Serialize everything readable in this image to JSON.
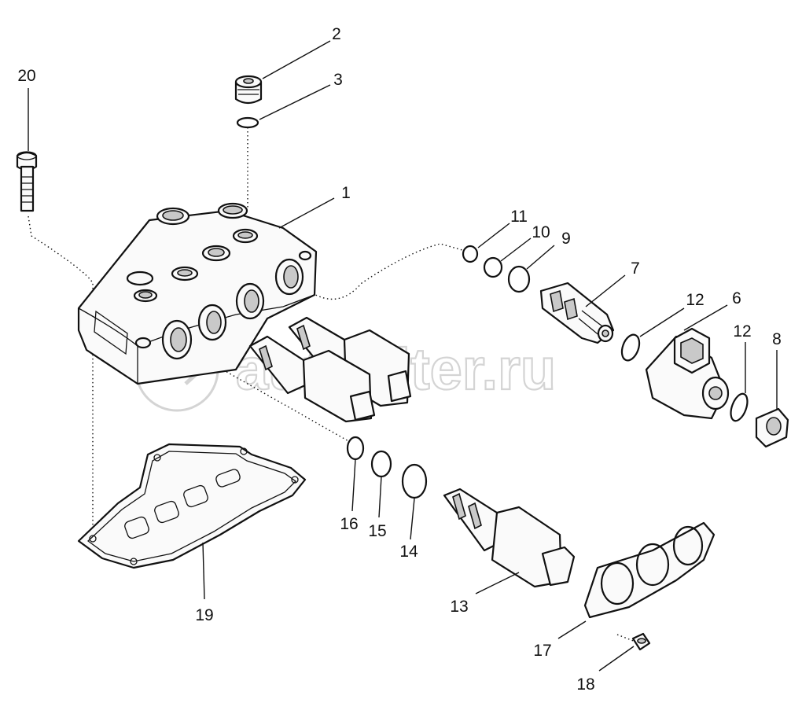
{
  "watermark": "autopiter.ru",
  "callouts": [
    "1",
    "2",
    "3",
    "6",
    "7",
    "8",
    "9",
    "10",
    "11",
    "12",
    "12",
    "13",
    "14",
    "15",
    "16",
    "17",
    "18",
    "19",
    "20"
  ]
}
